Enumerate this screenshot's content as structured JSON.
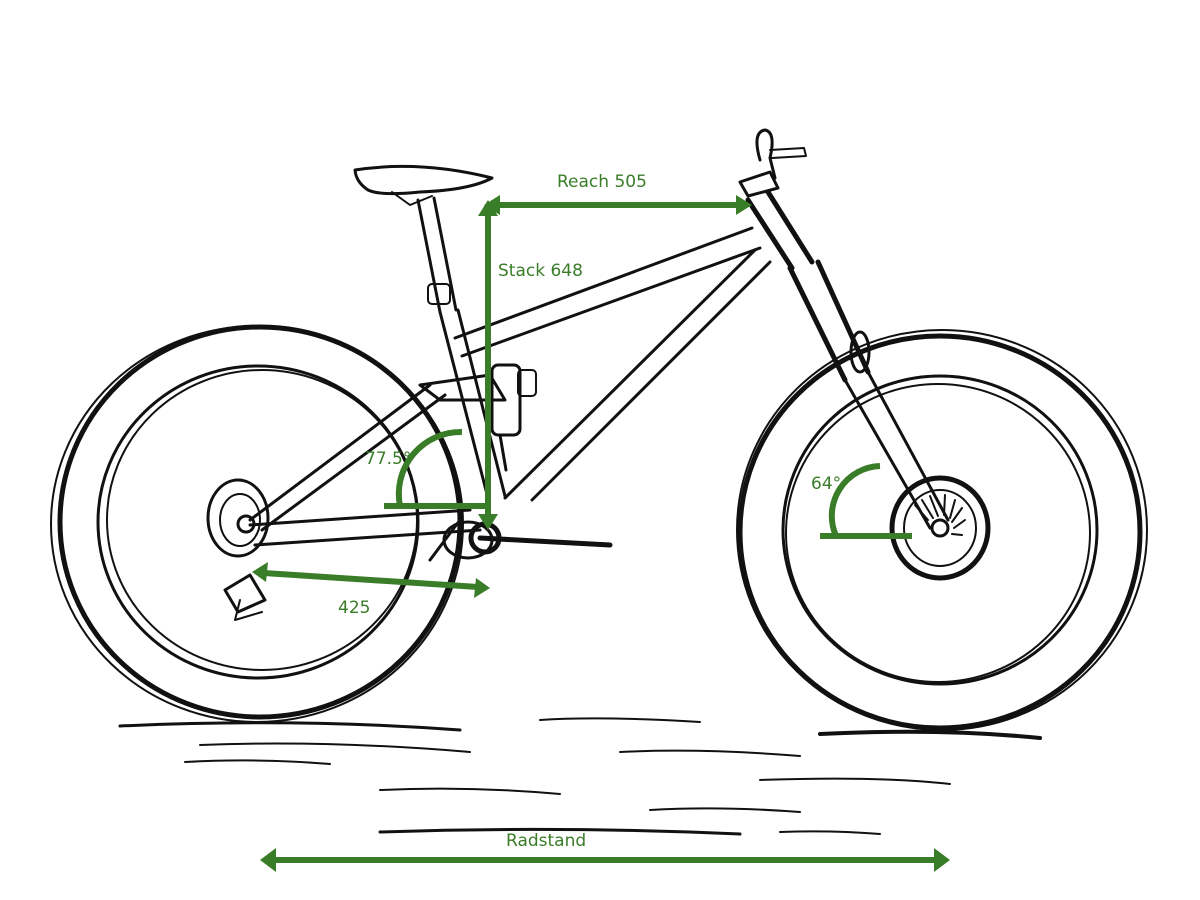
{
  "colors": {
    "annotation": "#3a7d28",
    "ink": "#111111",
    "background": "#ffffff"
  },
  "labels": {
    "reach": "Reach 505",
    "stack": "Stack 648",
    "seat_angle": "77.5°",
    "head_angle": "64°",
    "chainstay": "425",
    "wheelbase": "Radstand"
  }
}
